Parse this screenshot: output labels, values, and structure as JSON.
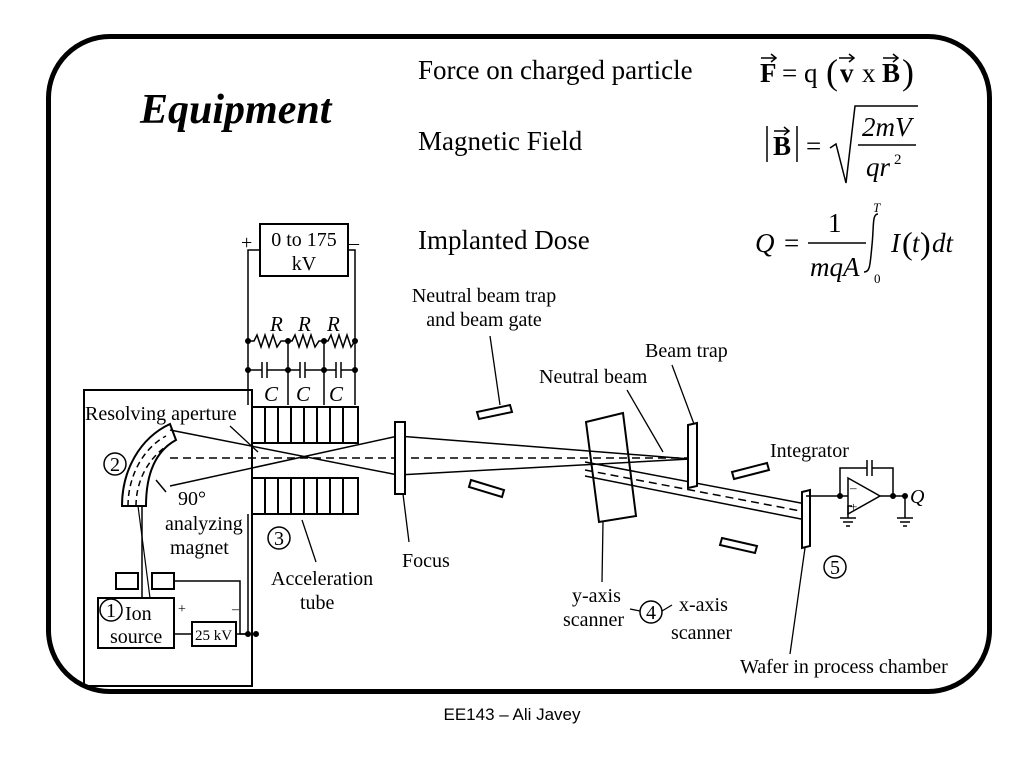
{
  "slide": {
    "title": "Equipment",
    "footer": "EE143 – Ali Javey"
  },
  "equations": [
    {
      "label": "Force on charged particle",
      "formula": "F = q(v x B)"
    },
    {
      "label": "Magnetic Field",
      "formula": "|B| = sqrt(2mV / qr^2)"
    },
    {
      "label": "Implanted Dose",
      "formula": "Q = 1/(mqA) ∫0^T I(t) dt"
    }
  ],
  "diagram": {
    "supply_label_line1": "0 to 175",
    "supply_label_line2": "kV",
    "plus": "+",
    "minus": "–",
    "resistor": "R",
    "capacitor": "C",
    "resolving_aperture": "Resolving aperture",
    "magnet_line1": "90°",
    "magnet_line2": "analyzing",
    "magnet_line3": "magnet",
    "ion_source_line1": "Ion",
    "ion_source_line2": "source",
    "source_supply": "25 kV",
    "acceleration_line1": "Acceleration",
    "acceleration_line2": "tube",
    "focus": "Focus",
    "neutral_trap_line1": "Neutral beam trap",
    "neutral_trap_line2": "and beam gate",
    "neutral_beam": "Neutral beam",
    "beam_trap": "Beam trap",
    "integrator": "Integrator",
    "integrator_output": "Q",
    "y_scanner_line1": "y-axis",
    "y_scanner_line2": "scanner",
    "x_scanner_line1": "x-axis",
    "x_scanner_line2": "scanner",
    "wafer": "Wafer in process chamber",
    "n1": "1",
    "n2": "2",
    "n3": "3",
    "n4": "4",
    "n5": "5"
  }
}
